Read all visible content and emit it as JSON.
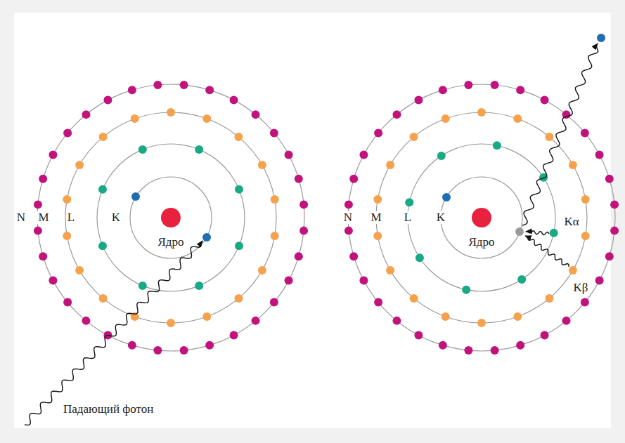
{
  "diagram": {
    "labels": [
      "N",
      "M",
      "L",
      "K",
      "Ядро",
      "Падающий фотон",
      "N",
      "M",
      "L",
      "K",
      "Ядро",
      "Kα",
      "Kβ"
    ]
  }
}
